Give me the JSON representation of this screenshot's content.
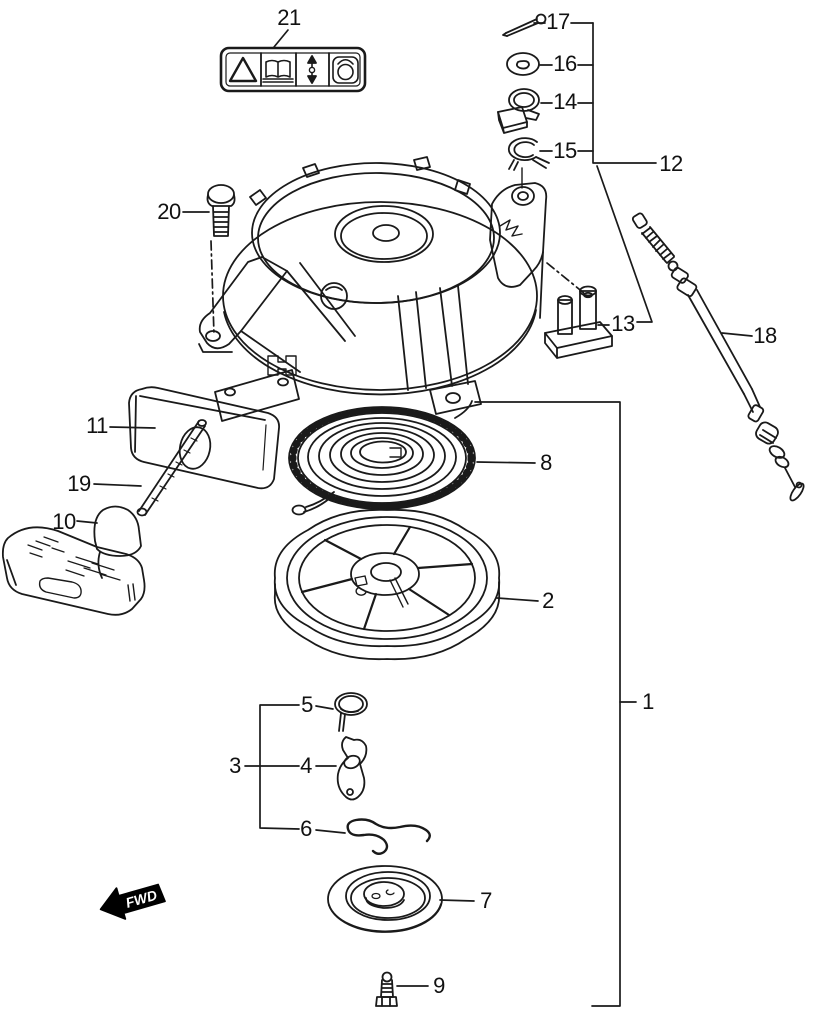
{
  "diagram": {
    "type": "exploded-parts-diagram",
    "fwd_marker": "FWD",
    "callouts": {
      "c1": "1",
      "c2": "2",
      "c3": "3",
      "c4": "4",
      "c5": "5",
      "c6": "6",
      "c7": "7",
      "c8": "8",
      "c9": "9",
      "c10": "10",
      "c11": "11",
      "c12": "12",
      "c13": "13",
      "c14": "14",
      "c15": "15",
      "c16": "16",
      "c17": "17",
      "c18": "18",
      "c19": "19",
      "c20": "20",
      "c21": "21"
    },
    "warning_label": {
      "icons": [
        "warning-triangle-icon",
        "owners-manual-icon",
        "up-down-arrows-icon",
        "switch-knob-icon"
      ]
    },
    "colors": {
      "background": "#ffffff",
      "line": "#1a1a1a",
      "fwd_arrow_fill": "#000000",
      "fwd_text": "#ffffff"
    }
  }
}
